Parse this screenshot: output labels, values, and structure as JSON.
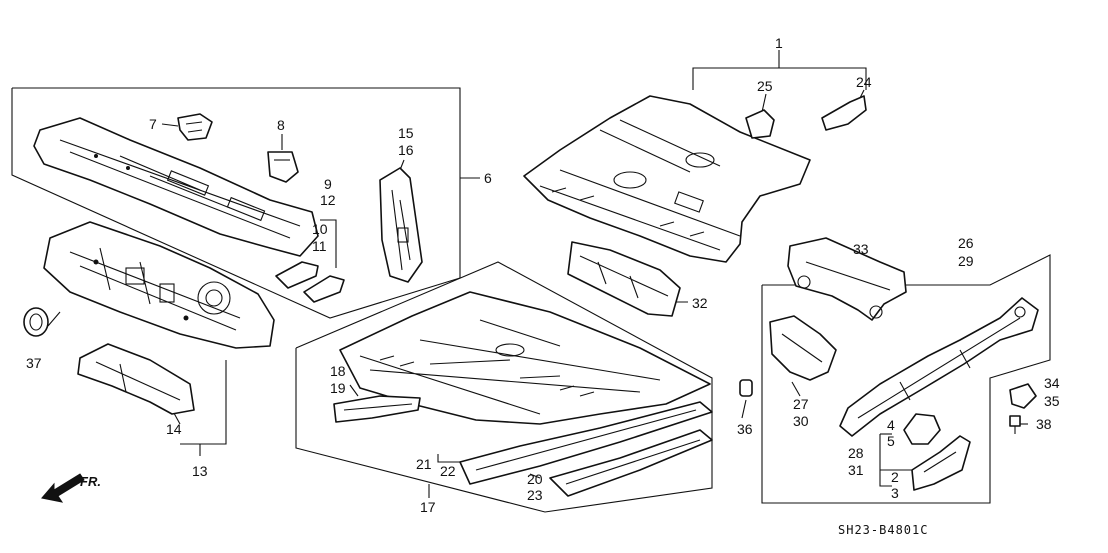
{
  "diagram": {
    "labels": {
      "n1": "1",
      "n2": "2",
      "n3": "3",
      "n4": "4",
      "n5": "5",
      "n6": "6",
      "n7": "7",
      "n8": "8",
      "n9": "9",
      "n10": "10",
      "n11": "11",
      "n12": "12",
      "n13": "13",
      "n14": "14",
      "n15": "15",
      "n16": "16",
      "n17": "17",
      "n18": "18",
      "n19": "19",
      "n20": "20",
      "n21": "21",
      "n22": "22",
      "n23": "23",
      "n24": "24",
      "n25": "25",
      "n26": "26",
      "n27": "27",
      "n28": "28",
      "n29": "29",
      "n30": "30",
      "n31": "31",
      "n32": "32",
      "n33": "33",
      "n34": "34",
      "n35": "35",
      "n36": "36",
      "n37": "37",
      "n38": "38"
    },
    "direction_label": "FR.",
    "diagram_code": "SH23-B4801C"
  }
}
